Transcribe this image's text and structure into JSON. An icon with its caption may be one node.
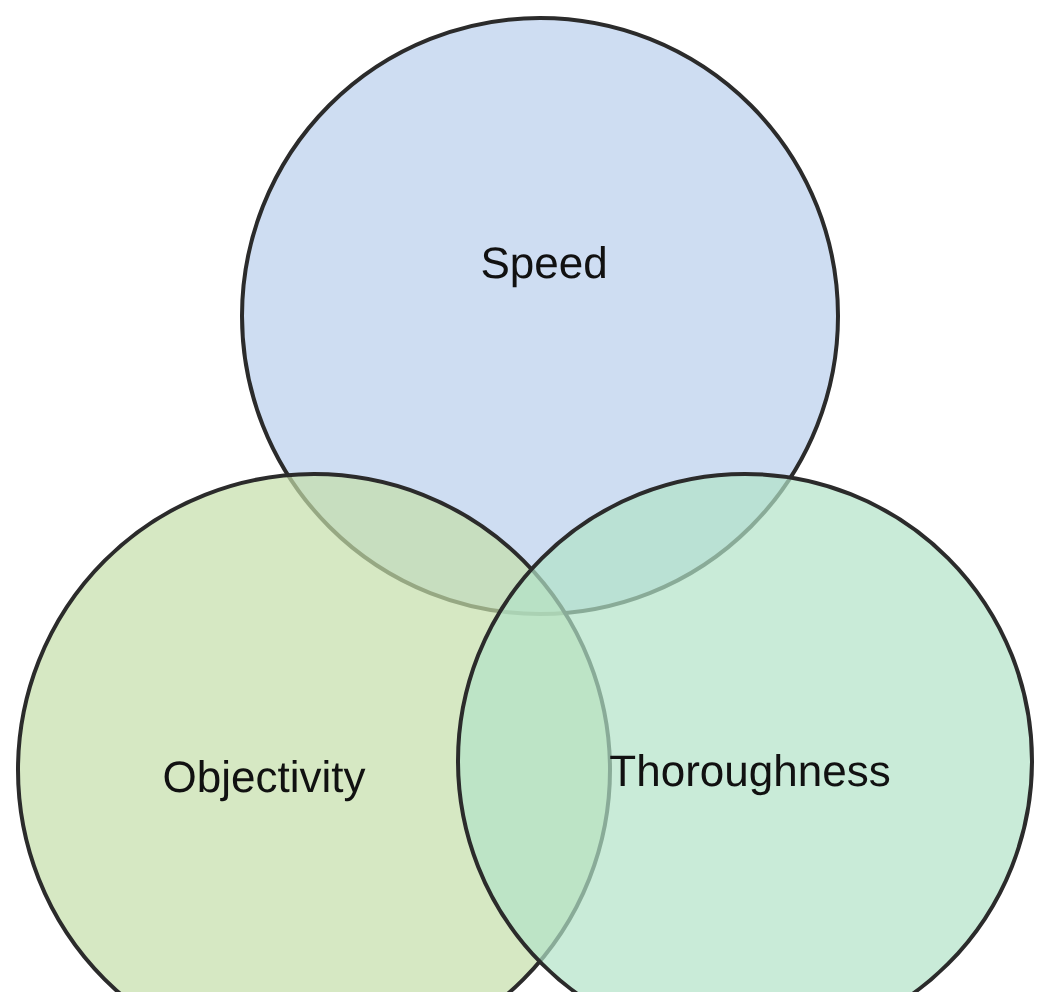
{
  "diagram": {
    "nodes": [
      {
        "text": [
          "Speed"
        ]
      },
      {
        "text": [
          "Objectivity"
        ]
      },
      {
        "text": [
          "Thoroughness"
        ]
      }
    ]
  }
}
